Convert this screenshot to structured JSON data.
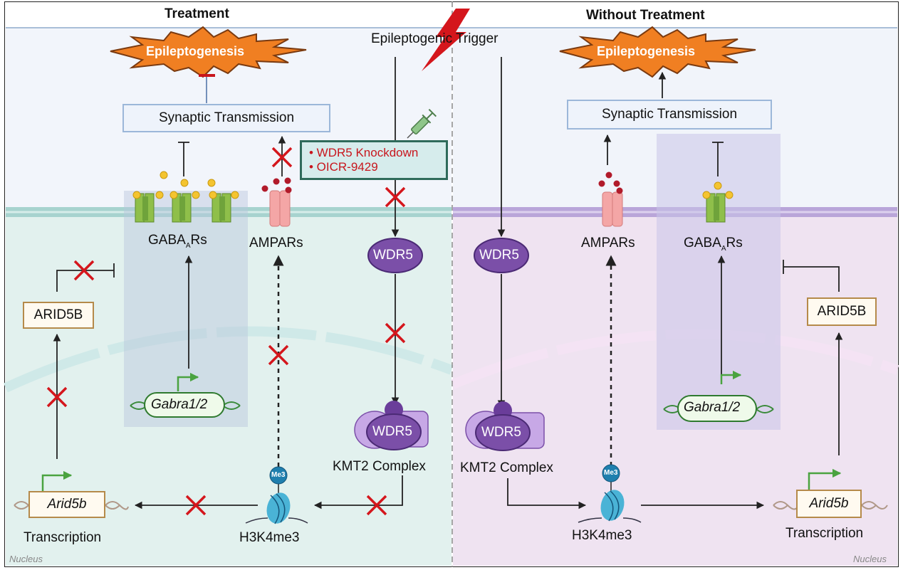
{
  "panels": {
    "left": {
      "title": "Treatment",
      "epileptogenesis": "Epileptogenesis",
      "synaptic": "Synaptic Transmission",
      "gaba": "GABA",
      "gaba_sub": "A",
      "gaba_suffix": "Rs",
      "ampa": "AMPARs",
      "arid_protein": "ARID5B",
      "gene_gabra": "Gabra1/2",
      "gene_arid": "Arid5b",
      "transcription": "Transcription",
      "h3k4": "H3K4me3",
      "me3": "Me3",
      "wdr5": "WDR5",
      "wdr5_complex": "WDR5",
      "kmt2": "KMT2 Complex",
      "nucleus": "Nucleus"
    },
    "right": {
      "title": "Without Treatment",
      "epileptogenesis": "Epileptogenesis",
      "synaptic": "Synaptic Transmission",
      "gaba": "GABA",
      "gaba_sub": "A",
      "gaba_suffix": "Rs",
      "ampa": "AMPARs",
      "arid_protein": "ARID5B",
      "gene_gabra": "Gabra1/2",
      "gene_arid": "Arid5b",
      "transcription": "Transcription",
      "h3k4": "H3K4me3",
      "me3": "Me3",
      "wdr5": "WDR5",
      "wdr5_complex": "WDR5",
      "kmt2": "KMT2 Complex",
      "nucleus": "Nucleus"
    },
    "trigger": "Epileptogenic Trigger",
    "treatment_items": [
      "• WDR5 Knockdown",
      "• OICR-9429"
    ]
  },
  "colors": {
    "left_bg_top": "#f2f5fb",
    "left_bg_cell": "#e2f1ee",
    "right_bg_cell": "#efe3f1",
    "epilepsy_fill": "#f07f22",
    "inhibit_red": "#d4161c",
    "wdr5_purple": "#7b4fa8",
    "treatment_border": "#2f6b5b"
  }
}
